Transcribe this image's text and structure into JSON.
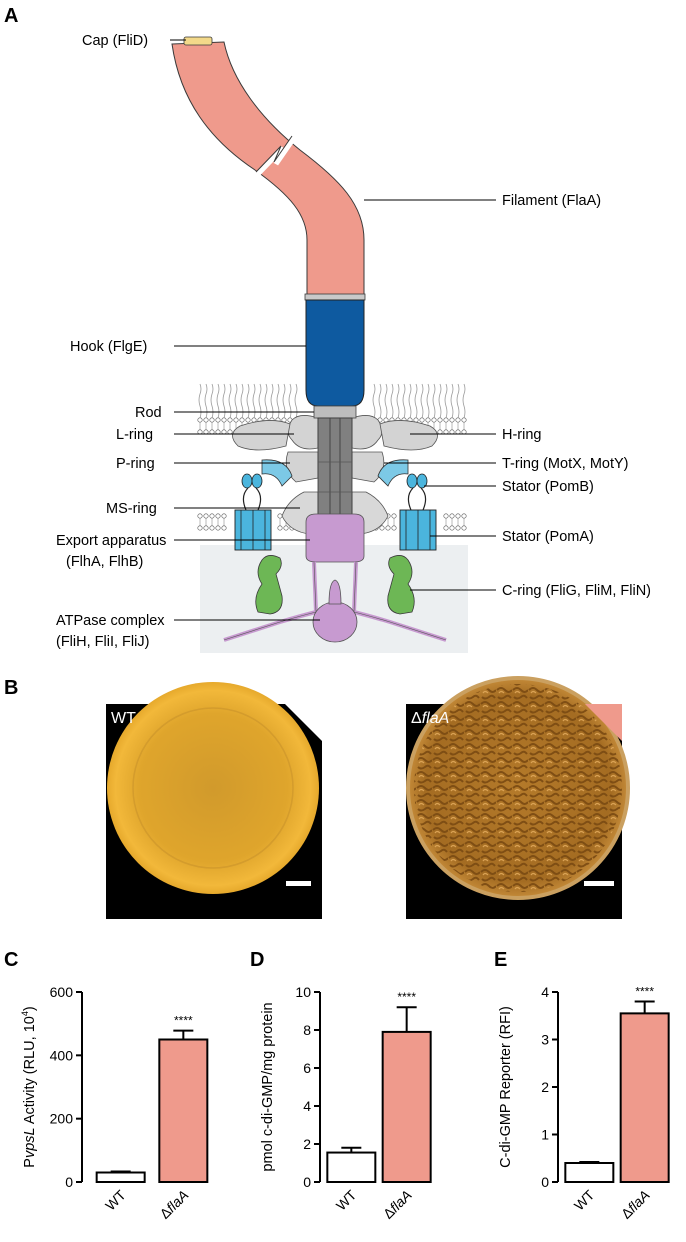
{
  "figure": {
    "panel_labels": {
      "a": "A",
      "b": "B",
      "c": "C",
      "d": "D",
      "e": "E"
    }
  },
  "panel_a": {
    "labels": {
      "cap": "Cap (FliD)",
      "filament": "Filament (FlaA)",
      "hook": "Hook (FlgE)",
      "rod": "Rod",
      "l_ring": "L-ring",
      "p_ring": "P-ring",
      "ms_ring": "MS-ring",
      "export_1": "Export apparatus",
      "export_2": "(FlhA, FlhB)",
      "atpase_1": "ATPase complex",
      "atpase_2": "(FliH, FliI, FliJ)",
      "h_ring": "H-ring",
      "t_ring": "T-ring (MotX, MotY)",
      "stator_b": "Stator (PomB)",
      "stator_a": "Stator (PomA)",
      "c_ring": "C-ring (FliG, FliM, FliN)"
    },
    "colors": {
      "filament": "#ef9a8c",
      "cap": "#f3d98a",
      "hook": "#0e5aa0",
      "ring_gray": "#d3d3d3",
      "rod_gray": "#808080",
      "t_ring": "#7cc9e6",
      "stator": "#4bb5dd",
      "export": "#c79ad0",
      "c_ring": "#6db755",
      "cytoplasm": "#eceff1"
    }
  },
  "panel_b": {
    "images": [
      {
        "label": "WT",
        "italic_part": "",
        "corner_color": "#ffffff"
      },
      {
        "label": "Δ",
        "italic_part": "flaA",
        "corner_color": "#ef9a8c"
      }
    ]
  },
  "chart_data": [
    {
      "type": "bar",
      "panel": "C",
      "categories": [
        "WT",
        "ΔflaA"
      ],
      "values": [
        30,
        450
      ],
      "errors": [
        3,
        28
      ],
      "ylabel_prefix": "P",
      "ylabel_italic": "vpsL",
      "ylabel_suffix": " Activity (RLU, 10",
      "ylabel_sup": "4",
      "ylabel_end": ")",
      "ylim": [
        0,
        600
      ],
      "yticks": [
        "0",
        "200",
        "400",
        "600"
      ],
      "significance": "****",
      "colors": [
        "#ffffff",
        "#ef9a8c"
      ]
    },
    {
      "type": "bar",
      "panel": "D",
      "categories": [
        "WT",
        "ΔflaA"
      ],
      "values": [
        1.55,
        7.9
      ],
      "errors": [
        0.25,
        1.3
      ],
      "ylabel": "pmol c-di-GMP/mg protein",
      "ylim": [
        0,
        10
      ],
      "yticks": [
        "0",
        "2",
        "4",
        "6",
        "8",
        "10"
      ],
      "significance": "****",
      "colors": [
        "#ffffff",
        "#ef9a8c"
      ]
    },
    {
      "type": "bar",
      "panel": "E",
      "categories": [
        "WT",
        "ΔflaA"
      ],
      "values": [
        0.4,
        3.55
      ],
      "errors": [
        0.02,
        0.25
      ],
      "ylabel": "C-di-GMP Reporter (RFI)",
      "ylim": [
        0,
        4
      ],
      "yticks": [
        "0",
        "1",
        "2",
        "3",
        "4"
      ],
      "significance": "****",
      "colors": [
        "#ffffff",
        "#ef9a8c"
      ]
    }
  ]
}
